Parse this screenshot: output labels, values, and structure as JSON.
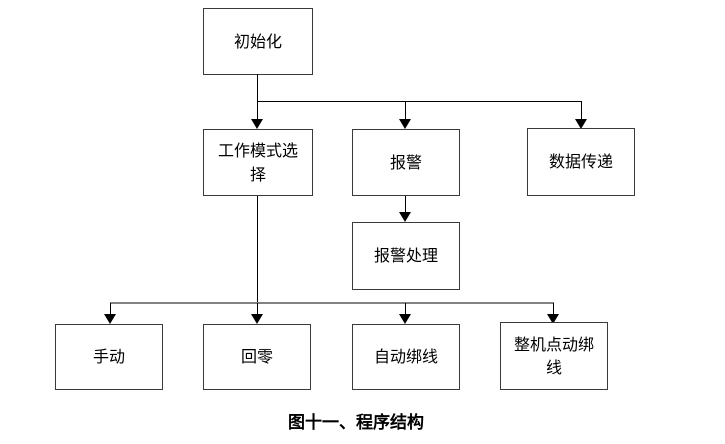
{
  "figure": {
    "caption": "图十一、程序结构"
  },
  "nodes": {
    "init": {
      "label": "初始化"
    },
    "work_mode": {
      "label": "工作模式选择"
    },
    "alarm": {
      "label": "报警"
    },
    "data_transfer": {
      "label": "数据传递"
    },
    "alarm_handling": {
      "label": "报警处理"
    },
    "manual": {
      "label": "手动"
    },
    "return_zero": {
      "label": "回零"
    },
    "auto_binding": {
      "label": "自动绑线"
    },
    "machine_jog_binding": {
      "label": "整机点动绑线"
    }
  },
  "edges": [
    {
      "from": "初始化",
      "to": "工作模式选择"
    },
    {
      "from": "初始化",
      "to": "报警"
    },
    {
      "from": "初始化",
      "to": "数据传递"
    },
    {
      "from": "报警",
      "to": "报警处理"
    },
    {
      "from": "工作模式选择",
      "to": "手动"
    },
    {
      "from": "工作模式选择",
      "to": "回零"
    },
    {
      "from": "工作模式选择",
      "to": "自动绑线"
    },
    {
      "from": "工作模式选择",
      "to": "整机点动绑线"
    }
  ],
  "colors": {
    "line": "#000000",
    "bottom_connector": "#828282",
    "box_border": "#3a3a3a",
    "text": "#000000",
    "background": "#ffffff"
  }
}
